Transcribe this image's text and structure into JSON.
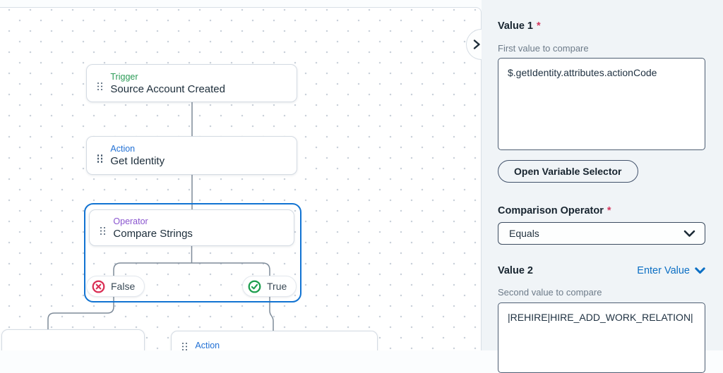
{
  "canvas": {
    "nodes": [
      {
        "type": "Trigger",
        "name": "Source Account Created"
      },
      {
        "type": "Action",
        "name": "Get Identity"
      },
      {
        "type": "Operator",
        "name": "Compare Strings"
      },
      {
        "type": "Action",
        "name": ""
      }
    ],
    "branches": {
      "false_label": "False",
      "true_label": "True"
    }
  },
  "panel": {
    "value1": {
      "label": "Value 1",
      "required_mark": "*",
      "helper": "First value to compare",
      "value": "$.getIdentity.attributes.actionCode"
    },
    "variable_selector_button": "Open Variable Selector",
    "comparison": {
      "label": "Comparison Operator",
      "required_mark": "*",
      "selected_option": "Equals"
    },
    "value2": {
      "label": "Value 2",
      "mode_link": "Enter Value",
      "helper": "Second value to compare",
      "value": "|REHIRE|HIRE_ADD_WORK_RELATION|"
    }
  },
  "colors": {
    "trigger_green": "#2b9b56",
    "action_blue": "#2170d4",
    "operator_purple": "#8a55cf",
    "selection_blue": "#1173d2",
    "link_blue": "#0c6fc4",
    "false_red": "#da2f55",
    "true_green": "#1d9e4f",
    "required_pink": "#d5385f",
    "panel_bg": "#f0f4f7"
  }
}
